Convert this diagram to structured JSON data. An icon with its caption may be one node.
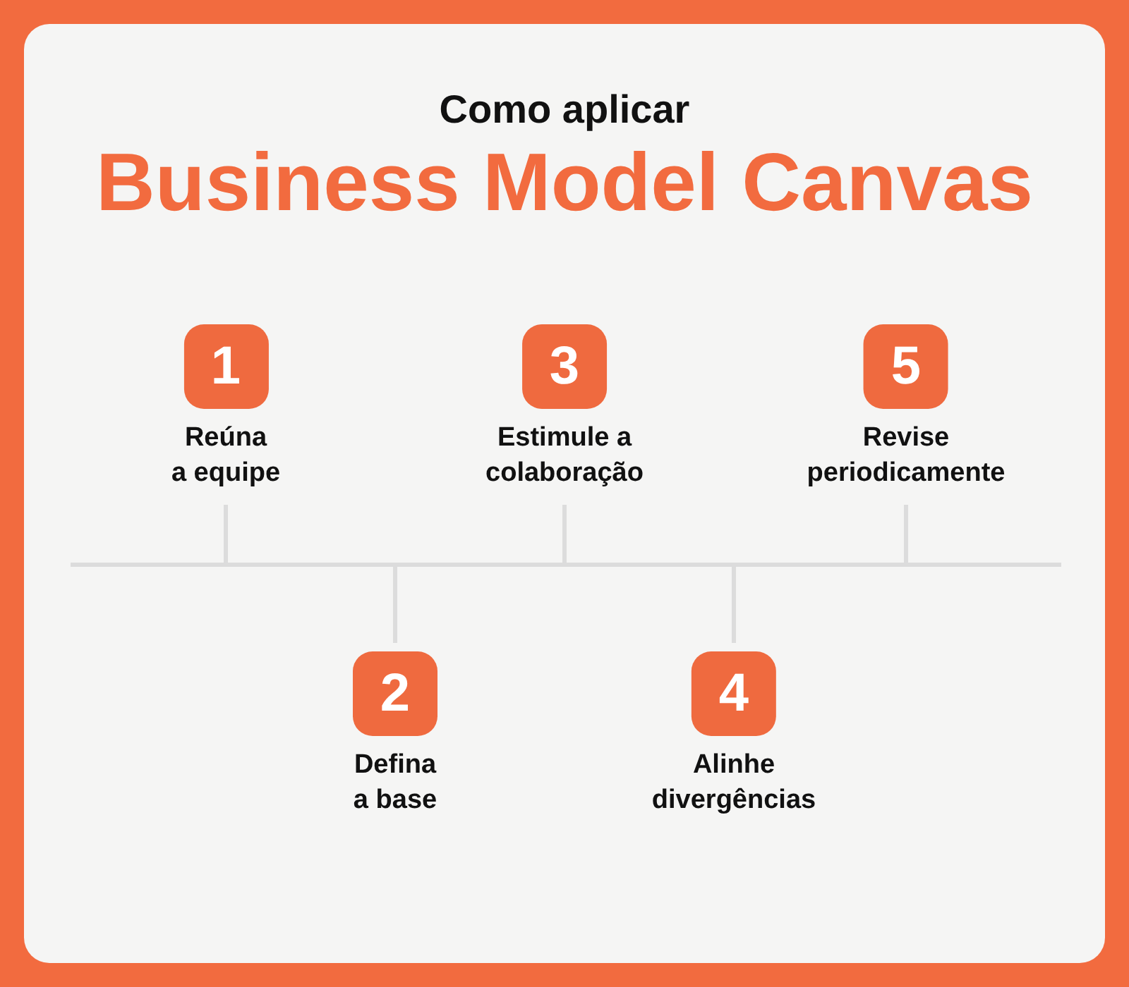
{
  "diagram": {
    "title": "Business Model Canvas",
    "nodes": [
      {
        "text": [
          "1",
          "Reúna a equipe"
        ]
      },
      {
        "text": [
          "2",
          "Defina a base"
        ]
      },
      {
        "text": [
          "3",
          "Estimule a colaboração"
        ]
      },
      {
        "text": [
          "4",
          "Alinhe divergências"
        ]
      },
      {
        "text": [
          "5",
          "Revise periodicamente"
        ]
      },
      {
        "text": [],
        "shape": "bar"
      }
    ],
    "edges": [
      {
        "from": 0,
        "to": 5,
        "arrow": "none"
      },
      {
        "from": 5,
        "to": 1,
        "arrow": "none"
      },
      {
        "from": 2,
        "to": 5,
        "arrow": "none"
      },
      {
        "from": 5,
        "to": 3,
        "arrow": "none"
      },
      {
        "from": 4,
        "to": 5,
        "arrow": "none"
      }
    ],
    "labels": [
      "Como aplicar"
    ]
  }
}
